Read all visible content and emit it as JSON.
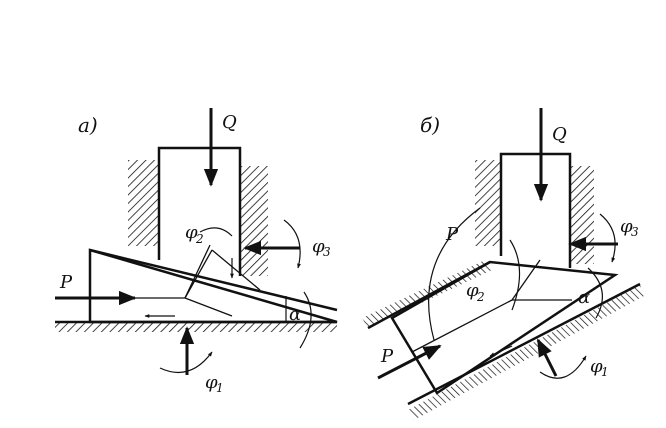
{
  "diagram_a": {
    "panel_label": "а)",
    "load_label": "Q",
    "force_label": "P",
    "angle_1": "φ",
    "angle_1_sub": "1",
    "angle_2": "φ",
    "angle_2_sub": "2",
    "angle_3": "φ",
    "angle_3_sub": "3",
    "wedge_angle": "α"
  },
  "diagram_b": {
    "panel_label": "б)",
    "load_label": "Q",
    "force_label": "P",
    "resultant_label": "P",
    "angle_1": "φ",
    "angle_1_sub": "1",
    "angle_2": "φ",
    "angle_2_sub": "2",
    "angle_3": "φ",
    "angle_3_sub": "3",
    "wedge_angle": "α"
  }
}
